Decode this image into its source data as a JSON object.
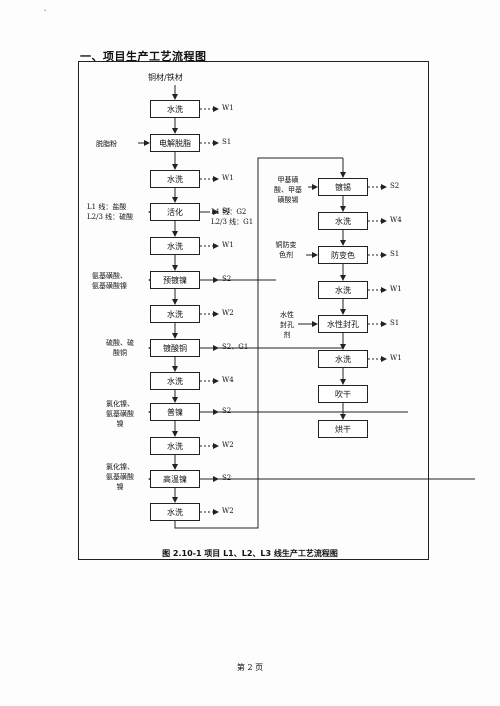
{
  "heading": "一、项目生产工艺流程图",
  "corner_mark": "、",
  "raw_material": "铜材/铁材",
  "left_column": {
    "steps": [
      "水洗",
      "电解脱脂",
      "水洗",
      "活化",
      "水洗",
      "预镀镍",
      "水洗",
      "镀酸铜",
      "水洗",
      "普镍",
      "水洗",
      "高温镍",
      "水洗"
    ],
    "outputs": [
      "W1",
      "S1",
      "W1",
      "S1",
      "W1",
      "S2",
      "W2",
      "S2、G1",
      "W4",
      "S2",
      "W2",
      "S2",
      "W2"
    ],
    "activation_extra": [
      "L1 线：G2",
      "L2/3 线：G1"
    ],
    "inputs": {
      "degrease": "脱脂粉",
      "activation": [
        "L1 线：盐酸",
        "L2/3 线：硫酸"
      ],
      "preplate": [
        "氨基磺酸、",
        "氨基磺酸镍"
      ],
      "acid_copper": [
        "硫酸、硫",
        "酸铜"
      ],
      "nickel": [
        "氯化镍、",
        "氨基磺酸",
        "镍"
      ],
      "hightemp": [
        "氯化镍、",
        "氨基磺酸",
        "镍"
      ]
    }
  },
  "right_column": {
    "steps": [
      "镀锡",
      "水洗",
      "防变色",
      "水洗",
      "水性封孔",
      "水洗",
      "吹干",
      "烘干"
    ],
    "outputs": [
      "S2",
      "W4",
      "S1",
      "W1",
      "S1",
      "W1",
      "",
      ""
    ],
    "inputs": {
      "tin": [
        "甲基磺",
        "酸、甲基",
        "磺酸锡"
      ],
      "anti": [
        "铜防变",
        "色剂"
      ],
      "seal": [
        "水性",
        "封孔",
        "剂"
      ]
    }
  },
  "caption": "图 2.10-1  项目 L1、L2、L3 线生产工艺流程图",
  "page_number": "第 2 页"
}
